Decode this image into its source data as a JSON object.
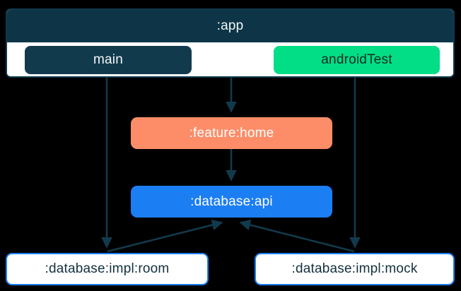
{
  "graph": {
    "title": ":app",
    "cluster": {
      "label": ":app",
      "variants": [
        {
          "id": "main",
          "label": "main",
          "fill": "#123A4D",
          "text": "#F2F6F7"
        },
        {
          "id": "androidTest",
          "label": "androidTest",
          "fill": "#02DE85",
          "text": "#0E2C23"
        }
      ]
    },
    "nodes": [
      {
        "id": "feature-home",
        "label": ":feature:home",
        "fill": "#FC8D68",
        "text": "#FFFFFF"
      },
      {
        "id": "database-api",
        "label": ":database:api",
        "fill": "#1C7EF3",
        "text": "#FFFFFF"
      },
      {
        "id": "database-impl-room",
        "label": ":database:impl:room",
        "fill": "#FFFFFF",
        "text": "#13303F",
        "stroke": "#1C7EF3"
      },
      {
        "id": "database-impl-mock",
        "label": ":database:impl:mock",
        "fill": "#FFFFFF",
        "text": "#13303F",
        "stroke": "#1C7EF3"
      }
    ],
    "edges": [
      {
        "from": "main",
        "to": "database-impl-room"
      },
      {
        "from": "main",
        "to": "feature-home"
      },
      {
        "from": "androidTest",
        "to": "database-impl-mock"
      },
      {
        "from": "feature-home",
        "to": "database-api"
      },
      {
        "from": "database-impl-room",
        "to": "database-api"
      },
      {
        "from": "database-impl-mock",
        "to": "database-api"
      }
    ],
    "colors": {
      "background": "#000000",
      "edge": "#123A4D",
      "cluster_header": "#0D3547",
      "cluster_border": "#123A4D",
      "cluster_body": "#FFFFFF"
    }
  }
}
